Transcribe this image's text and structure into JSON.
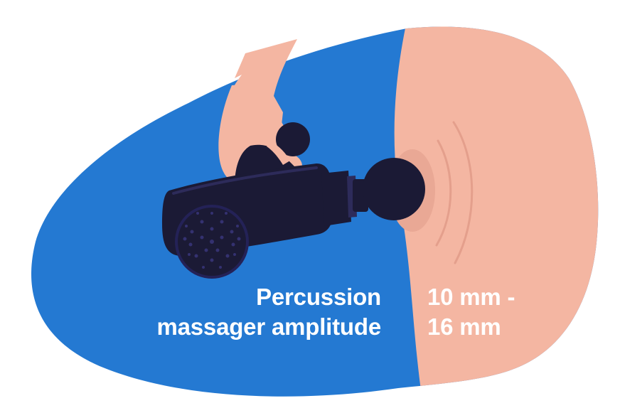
{
  "caption": {
    "left_line1": "Percussion",
    "left_line2": "massager amplitude",
    "right_line1": "10 mm -",
    "right_line2": "16 mm"
  },
  "colors": {
    "blob_blue": "#2479d2",
    "skin": "#f4b6a2",
    "skin_shadow": "#e49f8c",
    "device_dark": "#1b1a35",
    "device_edge": "#2d2b5a",
    "text": "#ffffff"
  },
  "icons": [
    "massage-gun-icon",
    "hand-icon",
    "vibration-wave-icon"
  ]
}
